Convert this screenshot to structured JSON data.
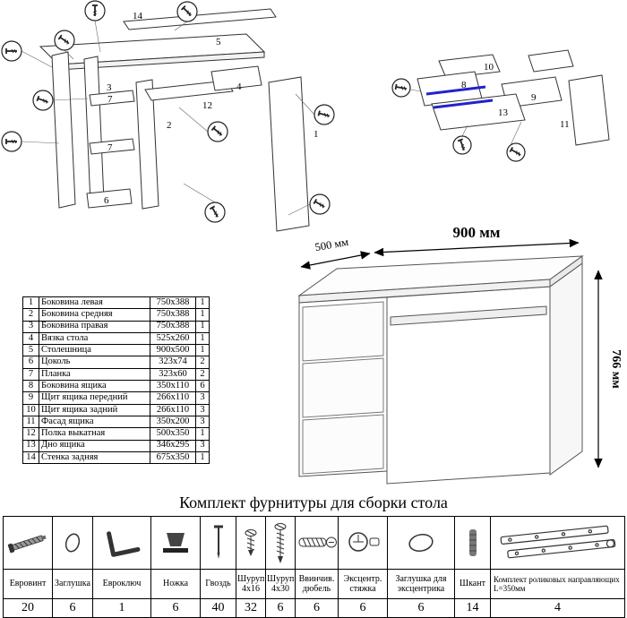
{
  "page": {
    "hardware_title": "Комплект фурнитуры для сборки стола"
  },
  "exploded_desk": {
    "labels": [
      "14",
      "5",
      "3",
      "7",
      "7",
      "6",
      "2",
      "12",
      "4",
      "1"
    ]
  },
  "exploded_drawer": {
    "labels": [
      "10",
      "8",
      "9",
      "13",
      "11"
    ],
    "rail_color": "#2222cc"
  },
  "assembled_desk": {
    "dim_width": "900 мм",
    "dim_depth": "500 мм",
    "dim_height": "766 мм"
  },
  "parts_table": {
    "rows": [
      {
        "num": "1",
        "name": "Боковина левая",
        "size": "750x388",
        "qty": "1"
      },
      {
        "num": "2",
        "name": "Боковина средняя",
        "size": "750x388",
        "qty": "1"
      },
      {
        "num": "3",
        "name": "Боковина правая",
        "size": "750x388",
        "qty": "1"
      },
      {
        "num": "4",
        "name": "Вязка стола",
        "size": "525x260",
        "qty": "1"
      },
      {
        "num": "5",
        "name": "Столешница",
        "size": "900x500",
        "qty": "1"
      },
      {
        "num": "6",
        "name": "Цоколь",
        "size": "323x74",
        "qty": "2"
      },
      {
        "num": "7",
        "name": "Планка",
        "size": "323x60",
        "qty": "2"
      },
      {
        "num": "8",
        "name": "Боковина ящика",
        "size": "350x110",
        "qty": "6"
      },
      {
        "num": "9",
        "name": "Щит ящика передний",
        "size": "266x110",
        "qty": "3"
      },
      {
        "num": "10",
        "name": "Щит ящика задний",
        "size": "266x110",
        "qty": "3"
      },
      {
        "num": "11",
        "name": "Фасад ящика",
        "size": "350x200",
        "qty": "3"
      },
      {
        "num": "12",
        "name": "Полка выкатная",
        "size": "500x350",
        "qty": "1"
      },
      {
        "num": "13",
        "name": "Дно ящика",
        "size": "346x295",
        "qty": "3"
      },
      {
        "num": "14",
        "name": "Стенка задняя",
        "size": "675x350",
        "qty": "1"
      }
    ]
  },
  "hardware_table": {
    "items": [
      {
        "label": "Евровинт",
        "qty": "20",
        "icon": "confirmat-screw-icon"
      },
      {
        "label": "Заглушка",
        "qty": "6",
        "icon": "cap-icon"
      },
      {
        "label": "Евроключ",
        "qty": "1",
        "icon": "hex-key-icon"
      },
      {
        "label": "Ножка",
        "qty": "6",
        "icon": "foot-icon"
      },
      {
        "label": "Гвоздь",
        "qty": "40",
        "icon": "nail-icon"
      },
      {
        "label": "Шуруп 4x16",
        "qty": "32",
        "icon": "screw-short-icon"
      },
      {
        "label": "Шуруп 4x30",
        "qty": "6",
        "icon": "screw-long-icon"
      },
      {
        "label": "Ввинчив. дюбель",
        "qty": "6",
        "icon": "dowel-screw-icon"
      },
      {
        "label": "Эксцентр. стяжка",
        "qty": "6",
        "icon": "cam-lock-icon"
      },
      {
        "label": "Заглушка для эксцентрика",
        "qty": "6",
        "icon": "cam-cap-icon"
      },
      {
        "label": "Шкант",
        "qty": "14",
        "icon": "wood-dowel-icon"
      },
      {
        "label": "Комплект роликовых направляющих L=350мм",
        "qty": "4",
        "icon": "drawer-slide-icon"
      }
    ]
  }
}
